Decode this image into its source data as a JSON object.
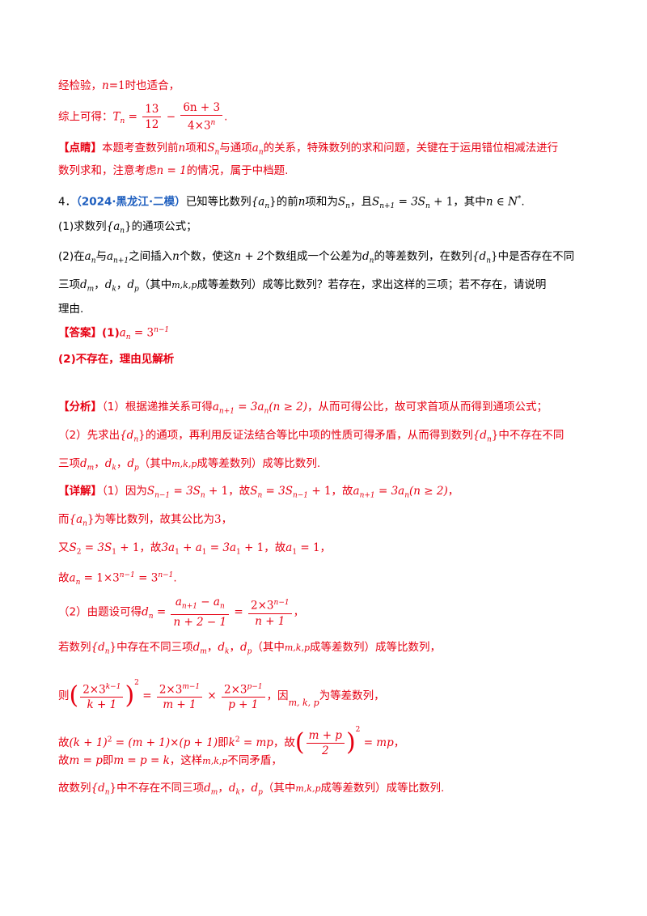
{
  "l1": {
    "text": "经检验，",
    "m1": "n",
    "m2": "=1",
    "tail": "时也适合，"
  },
  "l2": {
    "text": "综上可得：",
    "T": "T",
    "sub": "n",
    "eq": " = ",
    "f1num": "13",
    "f1den": "12",
    "minus": " − ",
    "f2num": "6n + 3",
    "f2den": "4×3",
    "f2exp": "n",
    "end": "."
  },
  "l3": {
    "tag": "【点睛】",
    "t1": "本题考查数列前",
    "n": "n",
    "t2": "项和",
    "S": "S",
    "sn": "n",
    "t3": "与通项",
    "a": "a",
    "an": "n",
    "t4": "的关系，特殊数列的求和问题，关键在于运用错位相减法进行"
  },
  "l4": {
    "t1": "数列求和，注意考虑",
    "m": "n = 1",
    "t2": "的情况，属于中档题."
  },
  "l5": {
    "num": "4．",
    "src": "（2024·黑龙江·二模）",
    "t1": "已知等比数列",
    "set": "{a",
    "setsub": "n",
    "setend": "}",
    "t2": "的前",
    "n": "n",
    "t3": "项和为",
    "S": "S",
    "sn": "n",
    "t4": "，且",
    "rel": "S",
    "relsub": "n+1",
    "rel2": " = 3S",
    "rel2sub": "n",
    "rel3": " + 1",
    "t5": "，其中",
    "cond": "n ∈ N",
    "star": "*",
    "end": "."
  },
  "l6": {
    "t": "(1)求数列",
    "s": "{a",
    "ss": "n",
    "se": "}",
    "t2": "的通项公式；"
  },
  "l7": {
    "t1": "(2)在",
    "a": "a",
    "as": "n",
    "t2": "与",
    "b": "a",
    "bs": "n+1",
    "t3": "之间插入",
    "n": "n",
    "t4": "个数，使这",
    "m": "n + 2",
    "t5": "个数组成一个公差为",
    "d": "d",
    "ds": "n",
    "t6": "的等差数列，在数列",
    "s": "{d",
    "ss": "n",
    "se": "}",
    "t7": "中是否存在不同"
  },
  "l8": {
    "t1": "三项",
    "d1": "d",
    "d1s": "m",
    "c1": "，",
    "d2": "d",
    "d2s": "k",
    "c2": "，",
    "d3": "d",
    "d3s": "p",
    "t2": "（其中",
    "mkp": "m,k,p",
    "t3": "成等差数列）成等比数列？若存在，求出这样的三项；若不存在，请说明"
  },
  "l9": {
    "t": "理由."
  },
  "l10": {
    "tag": "【答案】",
    "t": "(1)",
    "a": "a",
    "as": "n",
    "eq": " = 3",
    "exp": "n−1"
  },
  "l11": {
    "t": "(2)不存在，理由见解析"
  },
  "l12": {
    "tag": "【分析】",
    "t1": "（1）根据递推关系可得",
    "a": "a",
    "as": "n+1",
    "eq": " = 3a",
    "eqs": "n",
    "cond": "(n ≥ 2)",
    "t2": "，从而可得公比，故可求首项从而得到通项公式；"
  },
  "l13": {
    "t1": "（2）先求出",
    "s": "{d",
    "ss": "n",
    "se": "}",
    "t2": "的通项，再利用反证法结合等比中项的性质可得矛盾，从而得到数列",
    "s2": "{d",
    "s2s": "n",
    "s2e": "}",
    "t3": "中不存在不同"
  },
  "l14": {
    "t1": "三项",
    "d1": "d",
    "d1s": "m",
    "c1": "，",
    "d2": "d",
    "d2s": "k",
    "c2": "，",
    "d3": "d",
    "d3s": "p",
    "t2": "（其中",
    "mkp": "m,k,p",
    "t3": "成等差数列）成等比数列."
  },
  "l15": {
    "tag": "【详解】",
    "t1": "（1）因为",
    "e1": "S",
    "e1s": "n−1",
    "e1b": " = 3S",
    "e1bs": "n",
    "e1c": " + 1",
    "t2": "，故",
    "e2": "S",
    "e2s": "n",
    "e2b": " = 3S",
    "e2bs": "n−1",
    "e2c": " + 1",
    "t3": "，故",
    "e3": "a",
    "e3s": "n+1",
    "e3b": " = 3a",
    "e3bs": "n",
    "e3c": "(n ≥ 2)",
    "t4": "，"
  },
  "l16": {
    "t1": "而",
    "s": "{a",
    "ss": "n",
    "se": "}",
    "t2": "为等比数列，故其公比为",
    "q": "3",
    "t3": "，"
  },
  "l17": {
    "t1": "又",
    "e1": "S",
    "e1s": "2",
    "e1b": " = 3S",
    "e1bs": "1",
    "e1c": " + 1",
    "t2": "，故",
    "e2": "3a",
    "e2s": "1",
    "e2b": " + a",
    "e2bs": "1",
    "e2c": " = 3a",
    "e2cs": "1",
    "e2d": " + 1",
    "t3": "，故",
    "e3": "a",
    "e3s": "1",
    "e3b": " = 1",
    "t4": "，"
  },
  "l18": {
    "t1": "故",
    "a": "a",
    "as": "n",
    "eq": " = 1×3",
    "exp1": "n−1",
    "eq2": " = 3",
    "exp2": "n−1",
    "end": "."
  },
  "l19": {
    "t1": "（2）由题设可得",
    "d": "d",
    "ds": "n",
    "eq": " = ",
    "f1num": "a",
    "f1nums": "n+1",
    "f1num2": " − a",
    "f1num2s": "n",
    "f1den": "n + 2 − 1",
    "eq2": " = ",
    "f2num": "2×3",
    "f2numexp": "n−1",
    "f2den": "n + 1",
    "end": "，"
  },
  "l20": {
    "t1": "若数列",
    "s": "{d",
    "ss": "n",
    "se": "}",
    "t2": "中存在不同三项",
    "d1": "d",
    "d1s": "m",
    "c1": "，",
    "d2": "d",
    "d2s": "k",
    "c2": "，",
    "d3": "d",
    "d3s": "p",
    "t3": "（其中",
    "mkp": "m,k,p",
    "t4": "成等差数列）成等比数列，"
  },
  "l21": {
    "t1": "则",
    "lp": "(",
    "f0num": "2×3",
    "f0exp": "k−1",
    "f0den": "k + 1",
    "rp": ")",
    "sq": "2",
    "eq": " = ",
    "f1num": "2×3",
    "f1exp": "m−1",
    "f1den": "m + 1",
    "times": " × ",
    "f2num": "2×3",
    "f2exp": "p−1",
    "f2den": "p + 1",
    "t2": "，因",
    "mkp": "m, k, p",
    "t3": "为等差数列，"
  },
  "l22": {
    "t1": "故",
    "e1": "(k + 1)",
    "e1s": "2",
    "e1b": " = (m + 1)×(p + 1)",
    "t2": "即",
    "e2": "k",
    "e2s": "2",
    "e2b": " = mp",
    "t3": "，故",
    "lp": "(",
    "fnum": "m + p",
    "fden": "2",
    "rp": ")",
    "sq": "2",
    "e3": " = mp",
    "t4": "，"
  },
  "l23": {
    "t1": "故",
    "e1": "m = p",
    "t2": "即",
    "e2": "m = p = k",
    "t3": "，这样",
    "mkp": "m,k,p",
    "t4": "不同矛盾，"
  },
  "l24": {
    "t1": "故数列",
    "s": "{d",
    "ss": "n",
    "se": "}",
    "t2": "中不存在不同三项",
    "d1": "d",
    "d1s": "m",
    "c1": "，",
    "d2": "d",
    "d2s": "k",
    "c2": "，",
    "d3": "d",
    "d3s": "p",
    "t3": "（其中",
    "mkp": "m,k,p",
    "t4": "成等差数列）成等比数列."
  }
}
